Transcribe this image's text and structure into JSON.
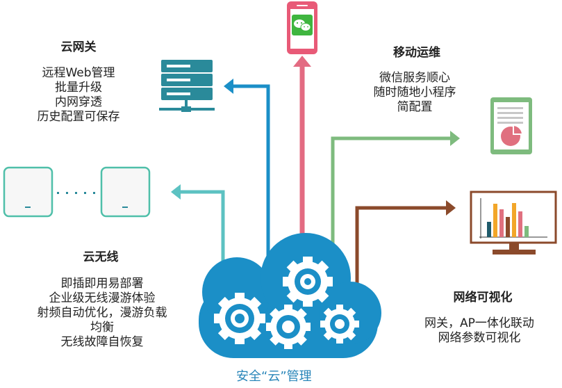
{
  "caption": "安全“云”管理",
  "sections": {
    "cloud_gateway": {
      "title": "云网关",
      "lines": [
        "远程Web管理",
        "批量升级",
        "内网穿透",
        "历史配置可保存"
      ]
    },
    "mobile_ops": {
      "title": "移动运维",
      "lines": [
        "微信服务顺心",
        "随时随地小程序",
        "简配置"
      ]
    },
    "cloud_wireless": {
      "title": "云无线",
      "lines": [
        "即插即用易部署",
        "企业级无线漫游体验",
        "射频自动优化，漫游负载",
        "均衡",
        "无线故障自恢复"
      ]
    },
    "network_visual": {
      "title": "网络可视化",
      "lines": [
        "网关，AP一体化联动",
        "网络参数可视化"
      ]
    }
  },
  "colors": {
    "cloud": "#1b8fc7",
    "arrow_gateway": "#1b8fc7",
    "arrow_wireless": "#5cc2c2",
    "arrow_mobile": "#e36b82",
    "arrow_report": "#7ebb7e",
    "arrow_visual": "#8b4a2b",
    "server_icon": "#2a8a9a",
    "ap_border": "#4fbfa9",
    "phone": "#e85a77",
    "caption": "#2a86b9"
  },
  "icons": [
    "server-icon",
    "access-point-icon",
    "phone-wechat-icon",
    "report-document-icon",
    "bar-chart-monitor-icon",
    "cloud-gears-icon"
  ]
}
